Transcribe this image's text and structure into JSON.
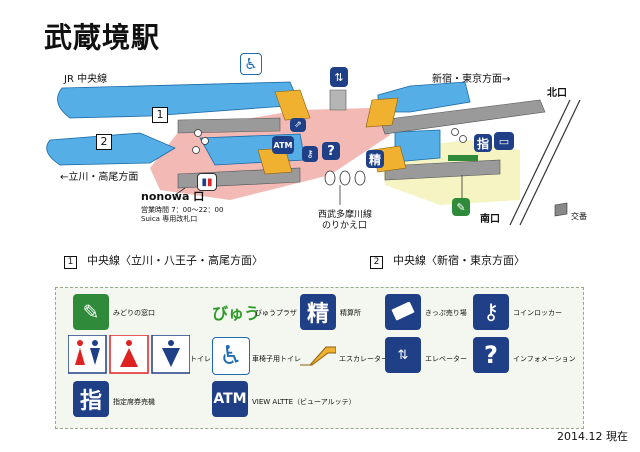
{
  "title": "武蔵境駅",
  "map": {
    "jr_line": "JR 中央線",
    "dir_shinjuku": "新宿・東京方面→",
    "dir_tachikawa": "←立川・高尾方面",
    "north_exit": "北口",
    "south_exit": "南口",
    "koban": "交番",
    "platform_1": "1",
    "platform_2": "2",
    "nonowa": "nonowa 口",
    "nonowa_hours": "営業時間 7：00～22：00",
    "nonowa_suica": "Suica 専用改札口",
    "seibu_transfer_1": "西武多摩川線",
    "seibu_transfer_2": "のりかえ口",
    "atm": "ATM",
    "seisan": "精",
    "shitei": "指"
  },
  "line_legend": [
    {
      "num": "1",
      "text": "中央線〈立川・八王子・高尾方面〉"
    },
    {
      "num": "2",
      "text": "中央線〈新宿・東京方面〉"
    }
  ],
  "legend": {
    "midori": "みどりの窓口",
    "viewplaza_logo": "びゅう",
    "viewplaza": "びゅうプラザ",
    "seisanjo_glyph": "精",
    "seisanjo": "精算所",
    "kippu": "きっぷ売り場",
    "coinlocker": "コインロッカー",
    "toilet": "トイレ",
    "wheelchair_toilet": "車椅子用トイレ",
    "escalator": "エスカレーター",
    "elevator": "エレベーター",
    "info": "インフォメーション",
    "shitei_glyph": "指",
    "shitei": "指定席券売機",
    "atm_glyph": "ATM",
    "atm": "VIEW ALTTE（ビューアルッテ）"
  },
  "colors": {
    "platform": "#55aee6",
    "concourse": "#f2b9b5",
    "south_area": "#f7f4c4",
    "navy": "#1f3f86",
    "green": "#2f8a3a",
    "escalator": "#f0b030"
  },
  "date": "2014.12 現在"
}
